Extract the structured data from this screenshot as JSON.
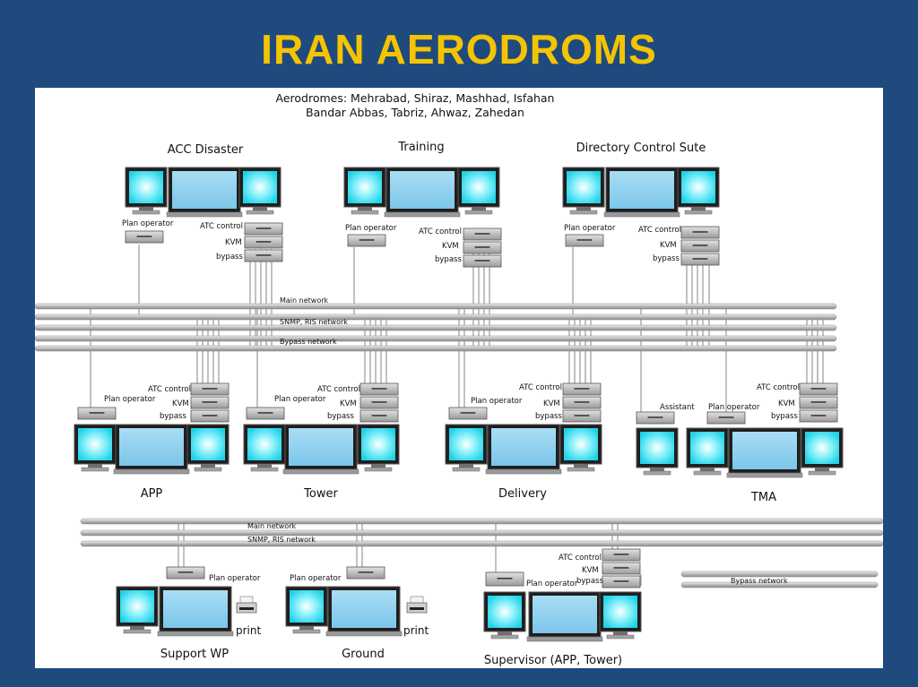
{
  "slide": {
    "title": "IRAN AERODROMS"
  },
  "header": {
    "line1": "Aerodromes: Mehrabad, Shiraz, Mashhad, Isfahan",
    "line2": "Bandar Abbas, Tabriz, Ahwaz, Zahedan"
  },
  "networks": {
    "main": "Main network",
    "snmp": "SNMP, RIS network",
    "bypass": "Bypass network"
  },
  "equipment": {
    "plan_operator": "Plan operator",
    "atc_control": "ATC control",
    "kvm": "KVM",
    "bypass": "bypass",
    "assistant": "Assistant",
    "print": "print"
  },
  "stations": [
    {
      "label": "ACC Disaster"
    },
    {
      "label": "Training"
    },
    {
      "label": "Directory Control Sute"
    },
    {
      "label": "APP"
    },
    {
      "label": "Tower"
    },
    {
      "label": "Delivery"
    },
    {
      "label": "TMA"
    },
    {
      "label": "Support WP"
    },
    {
      "label": "Ground"
    },
    {
      "label": "Supervisor (APP, Tower)"
    }
  ],
  "colors": {
    "slide_background": "#1f4a7e",
    "title": "#f5c400",
    "monitor_square": "#5ee6f4",
    "monitor_wide": "#8fd3ef"
  }
}
